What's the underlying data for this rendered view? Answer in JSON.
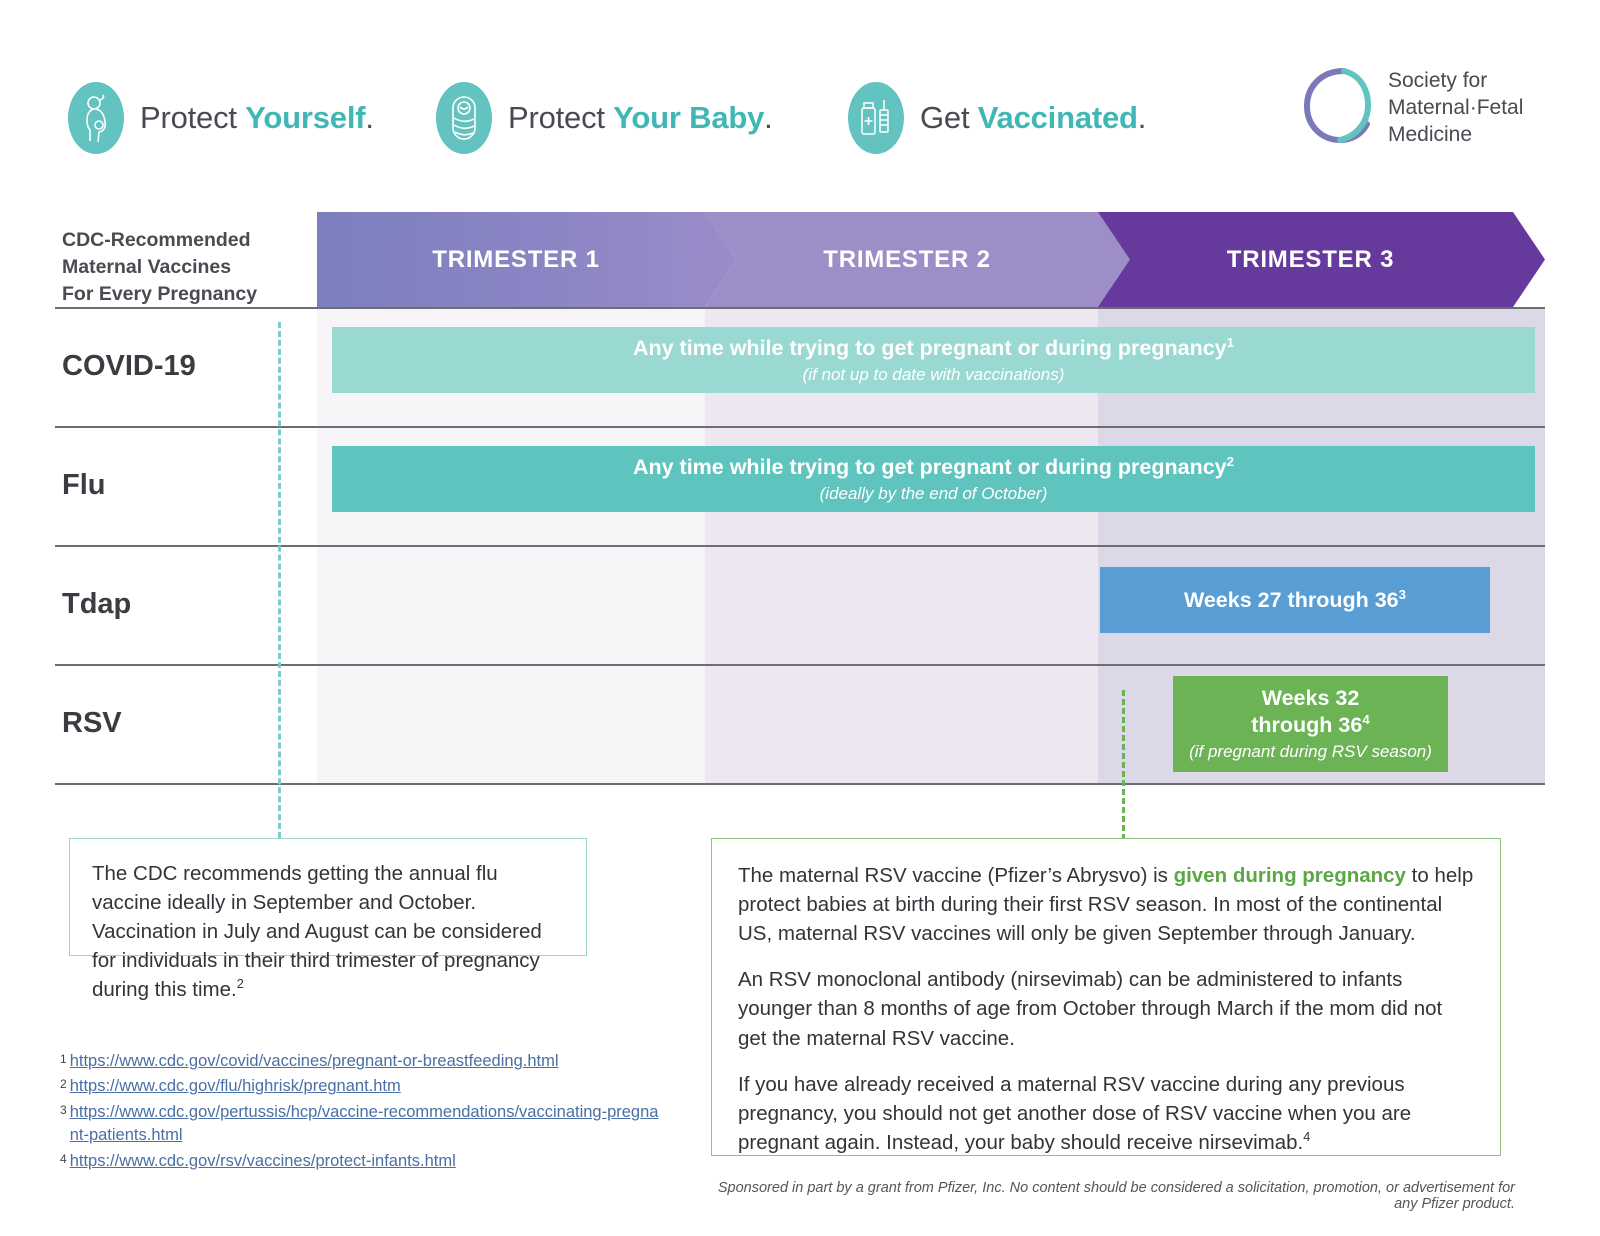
{
  "header": {
    "taglines": [
      {
        "icon": "pregnant-woman-icon",
        "plain": "Protect ",
        "accent": "Yourself",
        "period": "."
      },
      {
        "icon": "swaddled-baby-icon",
        "plain": "Protect ",
        "accent": "Your Baby",
        "period": "."
      },
      {
        "icon": "vaccine-vial-syringe-icon",
        "plain": "Get ",
        "accent": "Vaccinated",
        "period": "."
      }
    ],
    "logo": {
      "icon": "smfm-circle-logo-icon",
      "line1": "Society for",
      "line2": "Maternal·Fetal",
      "line3": "Medicine"
    }
  },
  "table": {
    "corner_label": "CDC-Recommended Maternal Vaccines For Every Pregnancy",
    "corner_line1": "CDC-Recommended",
    "corner_line2": "Maternal Vaccines",
    "corner_line3": "For Every Pregnancy",
    "columns": [
      {
        "label": "TRIMESTER 1",
        "color": "#8b85c4"
      },
      {
        "label": "TRIMESTER 2",
        "color": "#9d8ec8"
      },
      {
        "label": "TRIMESTER 3",
        "color": "#66399c"
      }
    ],
    "rows": [
      {
        "vaccine": "COVID-19",
        "bar_color": "#9ad8d2",
        "primary": "Any time while trying to get pregnant or during pregnancy",
        "footnote_marker": "1",
        "secondary": "(if not up to date with vaccinations)",
        "span": "Trimester 1 through Trimester 3"
      },
      {
        "vaccine": "Flu",
        "bar_color": "#5ec4bd",
        "primary": "Any time while trying to get pregnant or during pregnancy",
        "footnote_marker": "2",
        "secondary": "(ideally by the end of October)",
        "span": "Trimester 1 through Trimester 3"
      },
      {
        "vaccine": "Tdap",
        "bar_color": "#589dd3",
        "primary": "Weeks 27 through 36",
        "footnote_marker": "3",
        "secondary": "",
        "span": "Trimester 3"
      },
      {
        "vaccine": "RSV",
        "bar_color": "#6cb356",
        "primary_line1": "Weeks 32",
        "primary_line2": "through 36",
        "footnote_marker": "4",
        "secondary": "(if pregnant during RSV season)",
        "span": "Trimester 3"
      }
    ]
  },
  "callouts": {
    "flu": {
      "text_a": "The CDC recommends getting the annual flu vaccine ideally in September and October. Vaccination in July and August can be considered for individuals in their third trimester of pregnancy during this time.",
      "marker": "2"
    },
    "rsv": {
      "p1_a": "The maternal RSV vaccine (Pfizer’s Abrysvo) is ",
      "p1_bold": "given during pregnancy",
      "p1_b": " to help protect babies at birth during their first RSV season. In most of the continental US, maternal RSV vaccines will only be given September through January.",
      "p2": "An RSV monoclonal antibody (nirsevimab) can be administered to infants younger than 8 months of age from October through March if the mom did not get the maternal RSV vaccine.",
      "p3_a": "If you have already received a maternal RSV vaccine during any previous pregnancy, you should not get another dose of RSV vaccine when you are pregnant again. Instead, your baby should receive nirsevimab.",
      "p3_marker": "4"
    }
  },
  "footnotes": [
    {
      "num": "1",
      "url": "https://www.cdc.gov/covid/vaccines/pregnant-or-breastfeeding.html"
    },
    {
      "num": "2",
      "url": "https://www.cdc.gov/flu/highrisk/pregnant.htm"
    },
    {
      "num": "3",
      "url": "https://www.cdc.gov/pertussis/hcp/vaccine-recommendations/vaccinating-pregnant-patients.html"
    },
    {
      "num": "4",
      "url": "https://www.cdc.gov/rsv/vaccines/protect-infants.html"
    }
  ],
  "sponsor": "Sponsored in part by a grant from Pfizer, Inc. No content should be considered a solicitation, promotion, or advertisement for any Pfizer product.",
  "colors": {
    "teal_accent": "#3fb7b4",
    "covid_bar": "#9ad8d2",
    "flu_bar": "#5ec4bd",
    "tdap_bar": "#589dd3",
    "rsv_bar": "#6cb356",
    "trimester3": "#66399c",
    "link": "#4a6fa5"
  }
}
